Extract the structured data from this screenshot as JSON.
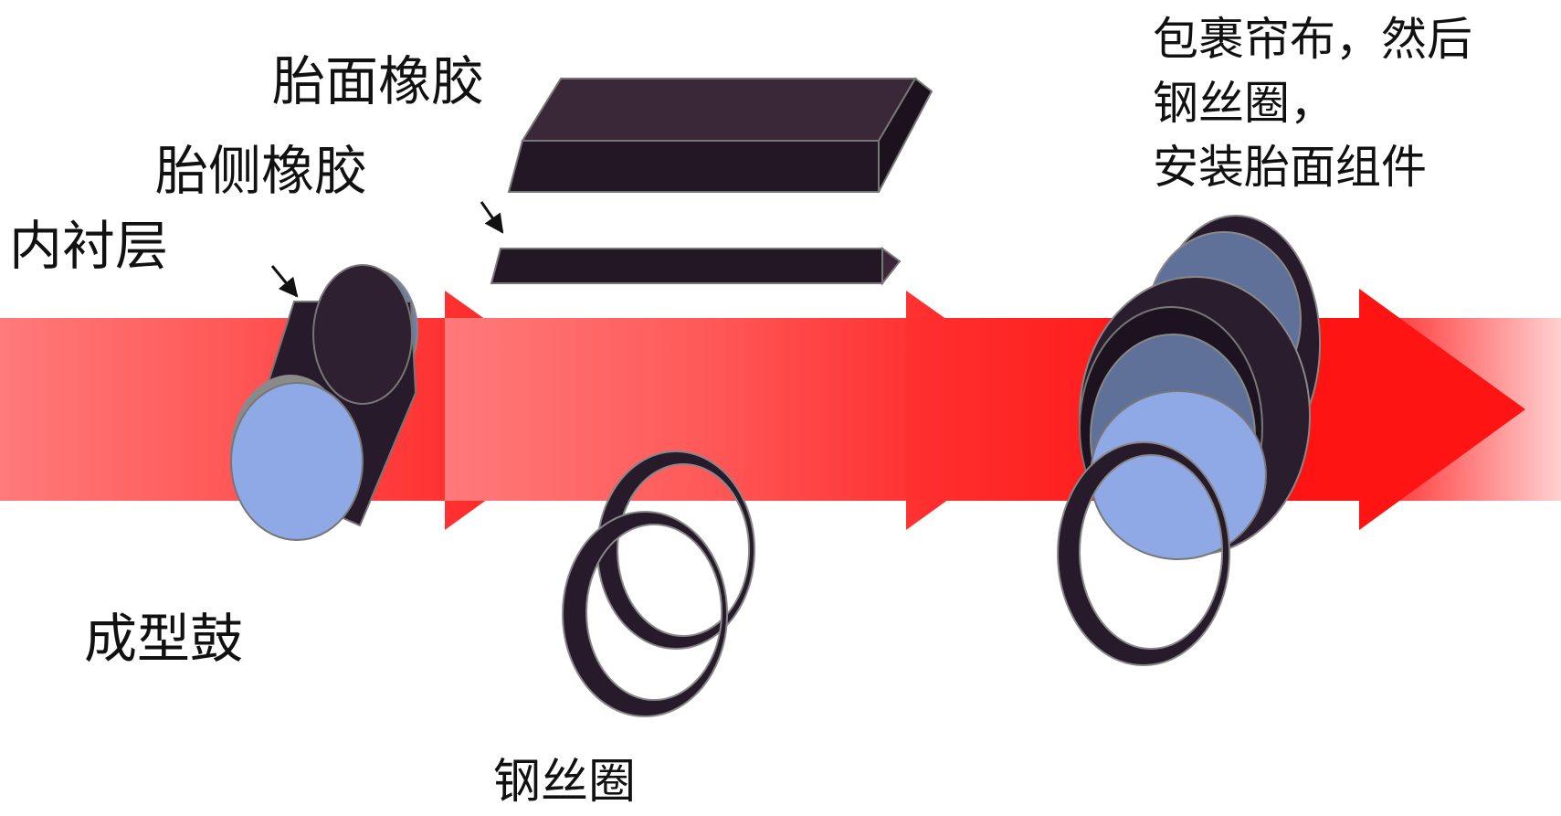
{
  "labels": {
    "tread_rubber": "胎面橡胶",
    "sidewall_rubber": "胎侧橡胶",
    "inner_liner": "内衬层",
    "building_drum": "成型鼓",
    "bead_wire": "钢丝圈",
    "final_step_line1": "包裹帘布，然后",
    "final_step_line2": "钢丝圈，",
    "final_step_line3": "安装胎面组件"
  },
  "colors": {
    "flow_arrow": "#ff1a1a",
    "flow_arrow_light": "#ff7a7a",
    "rubber_dark": "#271a2b",
    "rubber_mid": "#3a2838",
    "drum_face": "#8fa9e6",
    "drum_rim": "#5f7199",
    "outline": "#777777"
  },
  "icons": {
    "pointer": "diagonal-arrow-icon"
  }
}
